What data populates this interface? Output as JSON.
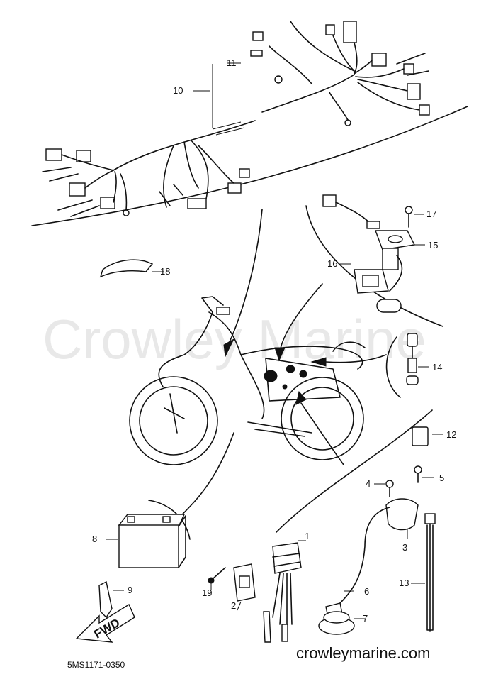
{
  "watermark": "Crowley Marine",
  "site_url": "crowleymarine.com",
  "diagram_code": "5MS1171-0350",
  "fwd_label": "FWD",
  "callouts": {
    "c1": "1",
    "c2": "2",
    "c3": "3",
    "c4": "4",
    "c5": "5",
    "c6": "6",
    "c7": "7",
    "c8": "8",
    "c9": "9",
    "c10": "10",
    "c11": "11",
    "c12": "12",
    "c13": "13",
    "c14": "14",
    "c15": "15",
    "c16": "16",
    "c17": "17",
    "c18": "18",
    "c19": "19"
  }
}
